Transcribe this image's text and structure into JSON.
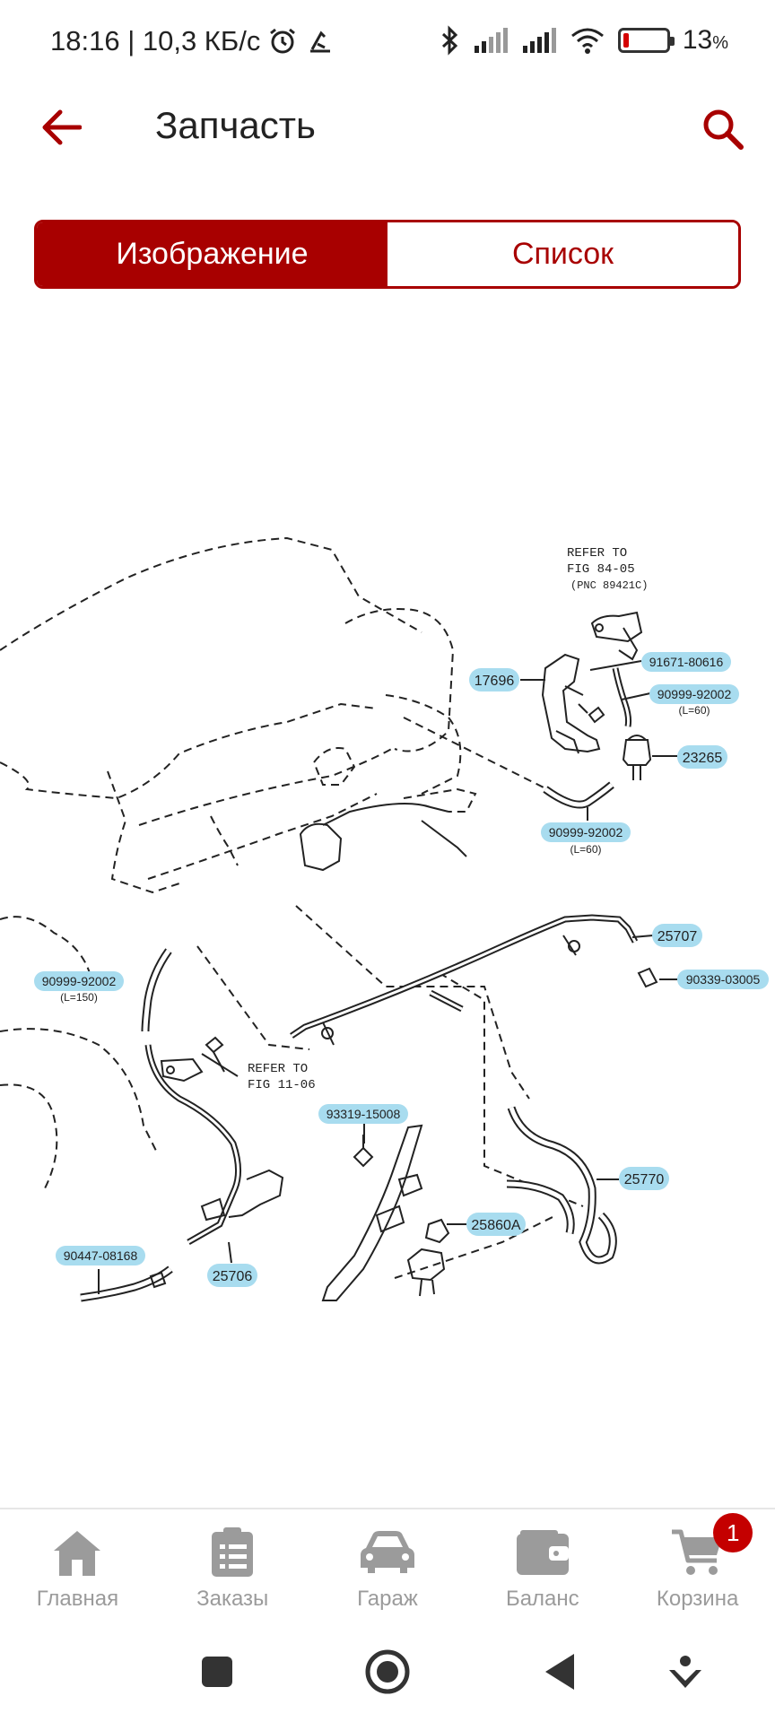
{
  "status_bar": {
    "time_speed": "18:16 | 10,3 КБ/с",
    "battery_percent": "13",
    "battery_percent_suffix": "%",
    "battery_level": 0.13
  },
  "app_bar": {
    "title": "Запчасть"
  },
  "tabs": [
    {
      "label": "Изображение",
      "active": true
    },
    {
      "label": "Список",
      "active": false
    }
  ],
  "diagram": {
    "refer_top": [
      "REFER TO",
      "FIG 84-05",
      "(PNC 89421C)"
    ],
    "refer_bottom": [
      "REFER TO",
      "FIG 11-06"
    ],
    "callouts": [
      {
        "code": "91671-80616",
        "note": ""
      },
      {
        "code": "17696",
        "note": ""
      },
      {
        "code": "90999-92002",
        "note": "(L=60)"
      },
      {
        "code": "23265",
        "note": ""
      },
      {
        "code": "90999-92002",
        "note": "(L=60)"
      },
      {
        "code": "25707",
        "note": ""
      },
      {
        "code": "90339-03005",
        "note": ""
      },
      {
        "code": "90999-92002",
        "note": "(L=150)"
      },
      {
        "code": "93319-15008",
        "note": ""
      },
      {
        "code": "25770",
        "note": ""
      },
      {
        "code": "25860A",
        "note": ""
      },
      {
        "code": "90447-08168",
        "note": ""
      },
      {
        "code": "25706",
        "note": ""
      }
    ]
  },
  "bottom_nav": {
    "items": [
      {
        "label": "Главная",
        "icon": "home-icon"
      },
      {
        "label": "Заказы",
        "icon": "orders-icon"
      },
      {
        "label": "Гараж",
        "icon": "car-icon"
      },
      {
        "label": "Баланс",
        "icon": "wallet-icon"
      },
      {
        "label": "Корзина",
        "icon": "cart-icon"
      }
    ],
    "cart_badge": "1"
  },
  "colors": {
    "accent": "#a80000",
    "callout_bg": "#a8dcef",
    "nav_icon": "#9b9b9b"
  }
}
